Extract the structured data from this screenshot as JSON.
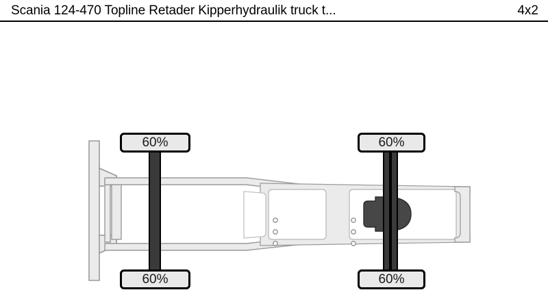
{
  "header": {
    "title": "Scania 124-470 Topline Retader Kipperhydraulik truck t...",
    "axle_configuration": "4x2"
  },
  "diagram": {
    "type": "truck-chassis-top-view",
    "description": "Top view schematic of a 4x2 truck chassis with tyre tread percentage callouts",
    "colors": {
      "chassis_fill": "#ebebeb",
      "chassis_stroke": "#9a9a9a",
      "frame_inner_fill": "#ffffff",
      "axle_dark": "#3a3a3a",
      "axle_outline": "#000000",
      "fifth_wheel": "#474747",
      "badge_fill": "#e9e9e9",
      "badge_border": "#000000",
      "header_rule": "#000000",
      "background": "#ffffff"
    },
    "axles": [
      {
        "position": "front",
        "wheel_type": "single",
        "tyres": [
          {
            "side": "left",
            "tread_label": "60%"
          },
          {
            "side": "right",
            "tread_label": "60%"
          }
        ]
      },
      {
        "position": "rear",
        "wheel_type": "twin",
        "tyres": [
          {
            "side": "left",
            "tread_label": "60%"
          },
          {
            "side": "right",
            "tread_label": "60%"
          }
        ]
      }
    ],
    "features": [
      {
        "name": "front-bumper-bracket",
        "shape": "vertical-plate-with-angled-cutouts"
      },
      {
        "name": "chassis-rails",
        "shape": "tapered-longitudinal-rails"
      },
      {
        "name": "cross-member-bolt-holes",
        "groups": 2,
        "holes_per_group": 3
      },
      {
        "name": "fifth-wheel-coupling",
        "shape": "rounded-dark-plate"
      },
      {
        "name": "rear-rail-end-cap",
        "shape": "vertical-closing-rail"
      }
    ]
  }
}
